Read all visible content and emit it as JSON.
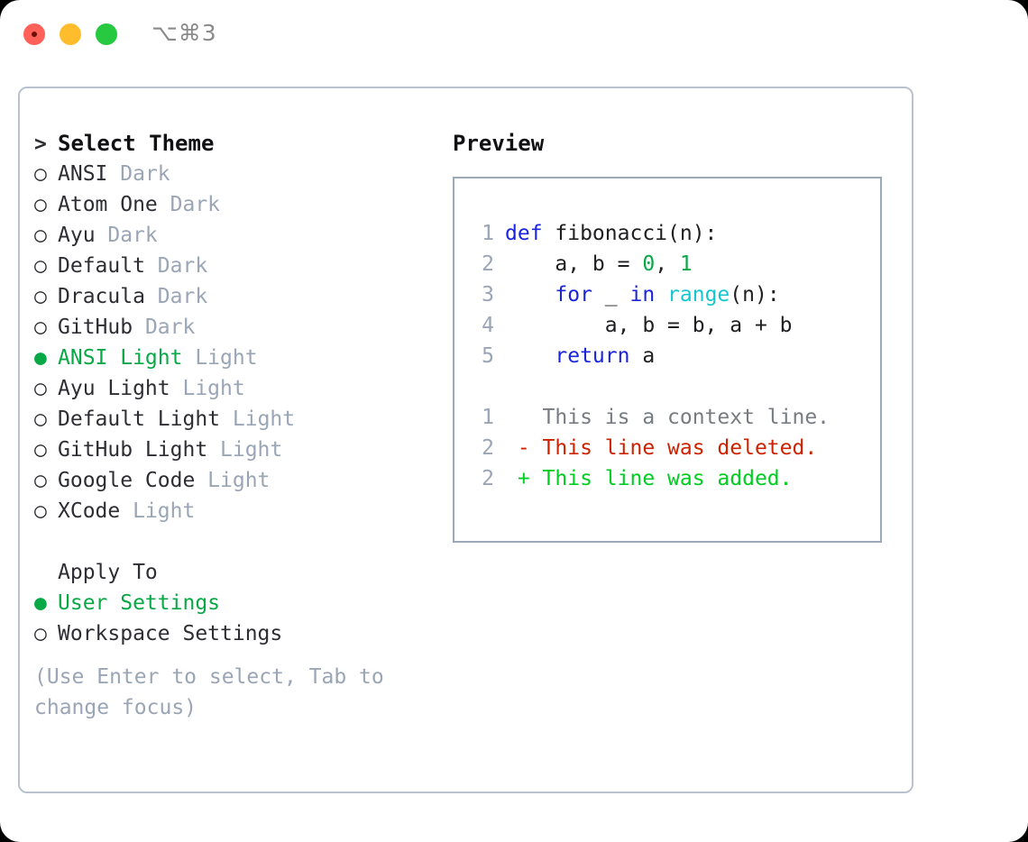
{
  "titlebar": {
    "shortcut": "⌥⌘3",
    "buttons": [
      "close",
      "minimize",
      "maximize"
    ]
  },
  "theme_picker": {
    "heading": "Select Theme",
    "heading_marker": ">",
    "marker_selected": "●",
    "marker_unselected": "○",
    "items": [
      {
        "name": "ANSI",
        "variant": "Dark",
        "selected": false
      },
      {
        "name": "Atom One",
        "variant": "Dark",
        "selected": false
      },
      {
        "name": "Ayu",
        "variant": "Dark",
        "selected": false
      },
      {
        "name": "Default",
        "variant": "Dark",
        "selected": false
      },
      {
        "name": "Dracula",
        "variant": "Dark",
        "selected": false
      },
      {
        "name": "GitHub",
        "variant": "Dark",
        "selected": false
      },
      {
        "name": "ANSI Light",
        "variant": "Light",
        "selected": true
      },
      {
        "name": "Ayu Light",
        "variant": "Light",
        "selected": false
      },
      {
        "name": "Default Light",
        "variant": "Light",
        "selected": false
      },
      {
        "name": "GitHub Light",
        "variant": "Light",
        "selected": false
      },
      {
        "name": "Google Code",
        "variant": "Light",
        "selected": false
      },
      {
        "name": "XCode",
        "variant": "Light",
        "selected": false
      }
    ]
  },
  "apply_to": {
    "heading": "Apply To",
    "items": [
      {
        "label": "User Settings",
        "selected": true
      },
      {
        "label": "Workspace Settings",
        "selected": false
      }
    ]
  },
  "hint": "(Use Enter to select, Tab to change focus)",
  "preview": {
    "title": "Preview",
    "code_lines": [
      {
        "no": "1",
        "tokens": [
          {
            "t": "def",
            "c": "kw"
          },
          {
            "t": " fibonacci(n):",
            "c": ""
          }
        ]
      },
      {
        "no": "2",
        "tokens": [
          {
            "t": "    a, b = ",
            "c": ""
          },
          {
            "t": "0",
            "c": "num"
          },
          {
            "t": ", ",
            "c": ""
          },
          {
            "t": "1",
            "c": "num"
          }
        ]
      },
      {
        "no": "3",
        "tokens": [
          {
            "t": "    ",
            "c": ""
          },
          {
            "t": "for",
            "c": "kw"
          },
          {
            "t": " _ ",
            "c": ""
          },
          {
            "t": "in",
            "c": "kw"
          },
          {
            "t": " ",
            "c": ""
          },
          {
            "t": "range",
            "c": "fn"
          },
          {
            "t": "(n):",
            "c": ""
          }
        ]
      },
      {
        "no": "4",
        "tokens": [
          {
            "t": "        a, b = b, a + b",
            "c": ""
          }
        ]
      },
      {
        "no": "5",
        "tokens": [
          {
            "t": "    ",
            "c": ""
          },
          {
            "t": "return",
            "c": "kw"
          },
          {
            "t": " a",
            "c": ""
          }
        ]
      }
    ],
    "diff_lines": [
      {
        "no": "1",
        "sign": " ",
        "text": "This is a context line.",
        "kind": "context"
      },
      {
        "no": "2",
        "sign": "-",
        "text": "This line was deleted.",
        "kind": "deleted"
      },
      {
        "no": "2",
        "sign": "+",
        "text": "This line was added.",
        "kind": "added"
      }
    ]
  },
  "colors": {
    "accent_green": "#09a847",
    "muted_gray": "#9aa5b5",
    "keyword_blue": "#1a24dd",
    "function_cyan": "#15c6d0",
    "diff_deleted_red": "#cc2200",
    "diff_added_green": "#00cc22",
    "border": "#b9c2ce"
  }
}
